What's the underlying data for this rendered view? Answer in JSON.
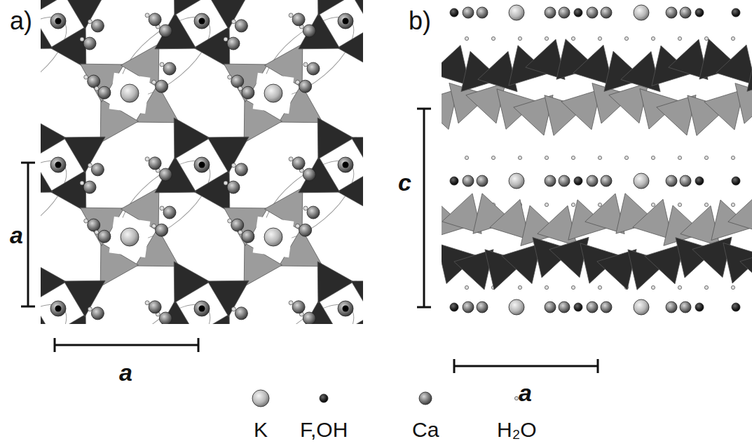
{
  "diagram": {
    "labels": [
      "a)",
      "b)",
      "a",
      "a",
      "c",
      "a"
    ],
    "legend": [
      {
        "text": "K"
      },
      {
        "text": "F,OH"
      },
      {
        "text": "Ca"
      },
      {
        "text": "H₂O"
      }
    ]
  }
}
